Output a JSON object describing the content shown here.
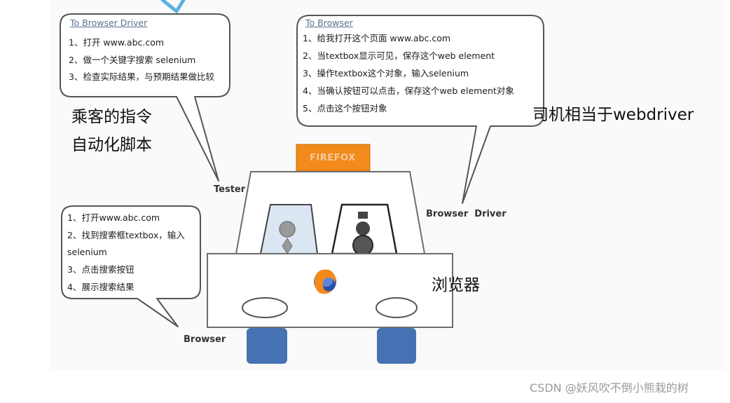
{
  "tester_bubble": {
    "heading": "To Browser Driver",
    "items": [
      "1、打开 www.abc.com",
      "2、做一个关键字搜索 selenium",
      "3、检查实际结果，与预期结果做比较"
    ]
  },
  "driver_bubble": {
    "heading": "To Browser",
    "items": [
      "1、给我打开这个页面 www.abc.com",
      "2、当textbox显示可见，保存这个web element",
      "3、操作textbox这个对象，输入selenium",
      "4、当确认按钮可以点击，保存这个web element对象",
      "5、点击这个按钮对象"
    ]
  },
  "browser_bubble": {
    "items": [
      "1、打开www.abc.com",
      "2、找到搜索框textbox，输入",
      "selenium",
      "3、点击搜索按钮",
      "4、展示搜索结果"
    ]
  },
  "labels": {
    "passenger_line1": "乘客的指令",
    "passenger_line2": "自动化脚本",
    "driver_analogy": "司机相当于webdriver",
    "browser_cn": "浏览器",
    "tester": "Tester",
    "browser_driver": "Browser  Driver",
    "browser": "Browser"
  },
  "car": {
    "roof_sign": "FIREFOX",
    "roof_sign_color": "#f28a1c",
    "tire_color": "#4672b4",
    "logo_icon": "firefox-icon"
  },
  "watermark": "CSDN @妖风吹不倒小熊栽的树",
  "colors": {
    "outline": "#6d6d6d",
    "bubble_border": "#555555",
    "passenger_fill": "#dbe6f3",
    "figure_gray": "#9a9a9a",
    "figure_dark": "#444444"
  }
}
